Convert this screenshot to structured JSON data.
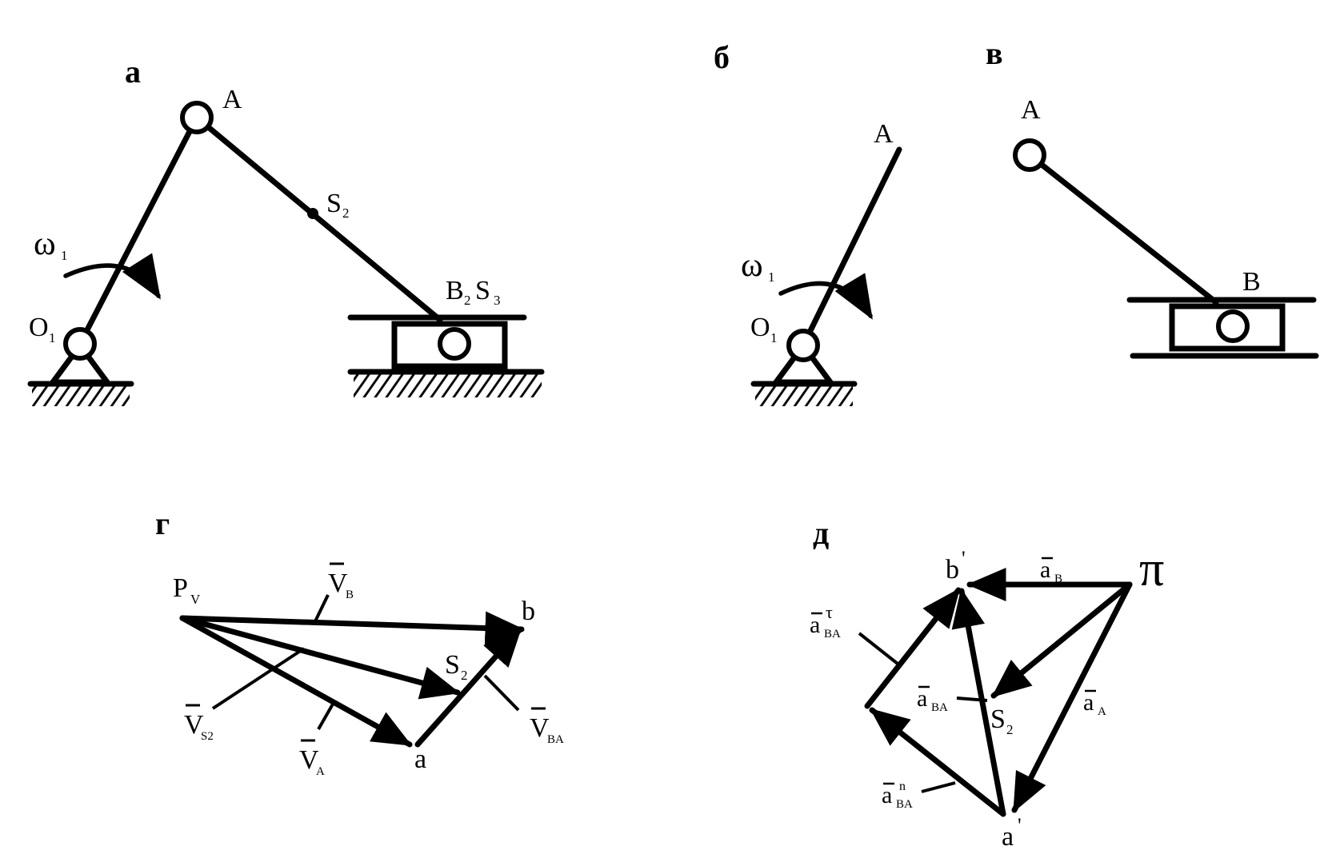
{
  "panels": {
    "a": {
      "label": "а",
      "points": {
        "A": "A",
        "S2_main": "S",
        "S2_sub": "2",
        "B2": "B",
        "B2_sub": "2",
        "S3": "S",
        "S3_sub": "3",
        "O1": "O",
        "O1_sub": "1",
        "omega": "ω",
        "omega_sub": "1"
      }
    },
    "b": {
      "label": "б",
      "points": {
        "A": "A",
        "O1": "O",
        "O1_sub": "1",
        "omega": "ω",
        "omega_sub": "1"
      }
    },
    "v": {
      "label": "в",
      "points": {
        "A": "A",
        "B": "B"
      }
    },
    "g": {
      "label": "г",
      "points": {
        "Pv": "P",
        "Pv_sub": "V",
        "b": "b",
        "a": "a",
        "S2": "S",
        "S2_sub": "2"
      },
      "vectors": {
        "VB": "V",
        "VB_sub": "B",
        "VS2": "V",
        "VS2_sub": "S2",
        "VA": "V",
        "VA_sub": "A",
        "VBA": "V",
        "VBA_sub": "BA"
      }
    },
    "d": {
      "label": "д",
      "points": {
        "pi": "π",
        "b_prime": "b",
        "a_prime": "a",
        "prime": "'",
        "S2": "S",
        "S2_sub": "2"
      },
      "vectors": {
        "aB": "a",
        "aB_sub": "B",
        "aA": "a",
        "aA_sub": "A",
        "aBA": "a",
        "aBA_sub": "BA",
        "aBAt": "a",
        "aBAt_sup": "τ",
        "aBAt_sub": "BA",
        "aBAn": "a",
        "aBAn_sup": "n",
        "aBAn_sub": "BA"
      }
    }
  }
}
